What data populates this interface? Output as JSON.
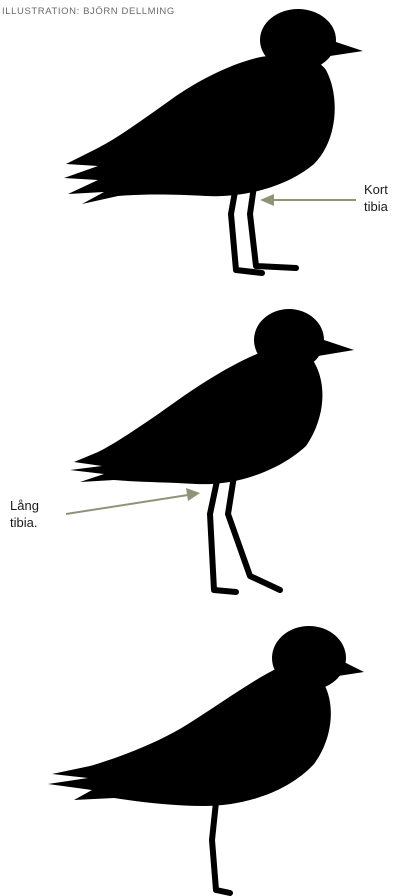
{
  "credit": "ILLUSTRATION: BJÖRN DELLMING",
  "labels": {
    "kort_line1": "Kort",
    "kort_line2": "tibia",
    "lang_line1": "Lång",
    "lang_line2": "tibia."
  },
  "colors": {
    "silhouette": "#000000",
    "arrow": "#8f9477",
    "text": "#1a1a1a",
    "credit": "#6a6a6a",
    "background": "#ffffff"
  }
}
